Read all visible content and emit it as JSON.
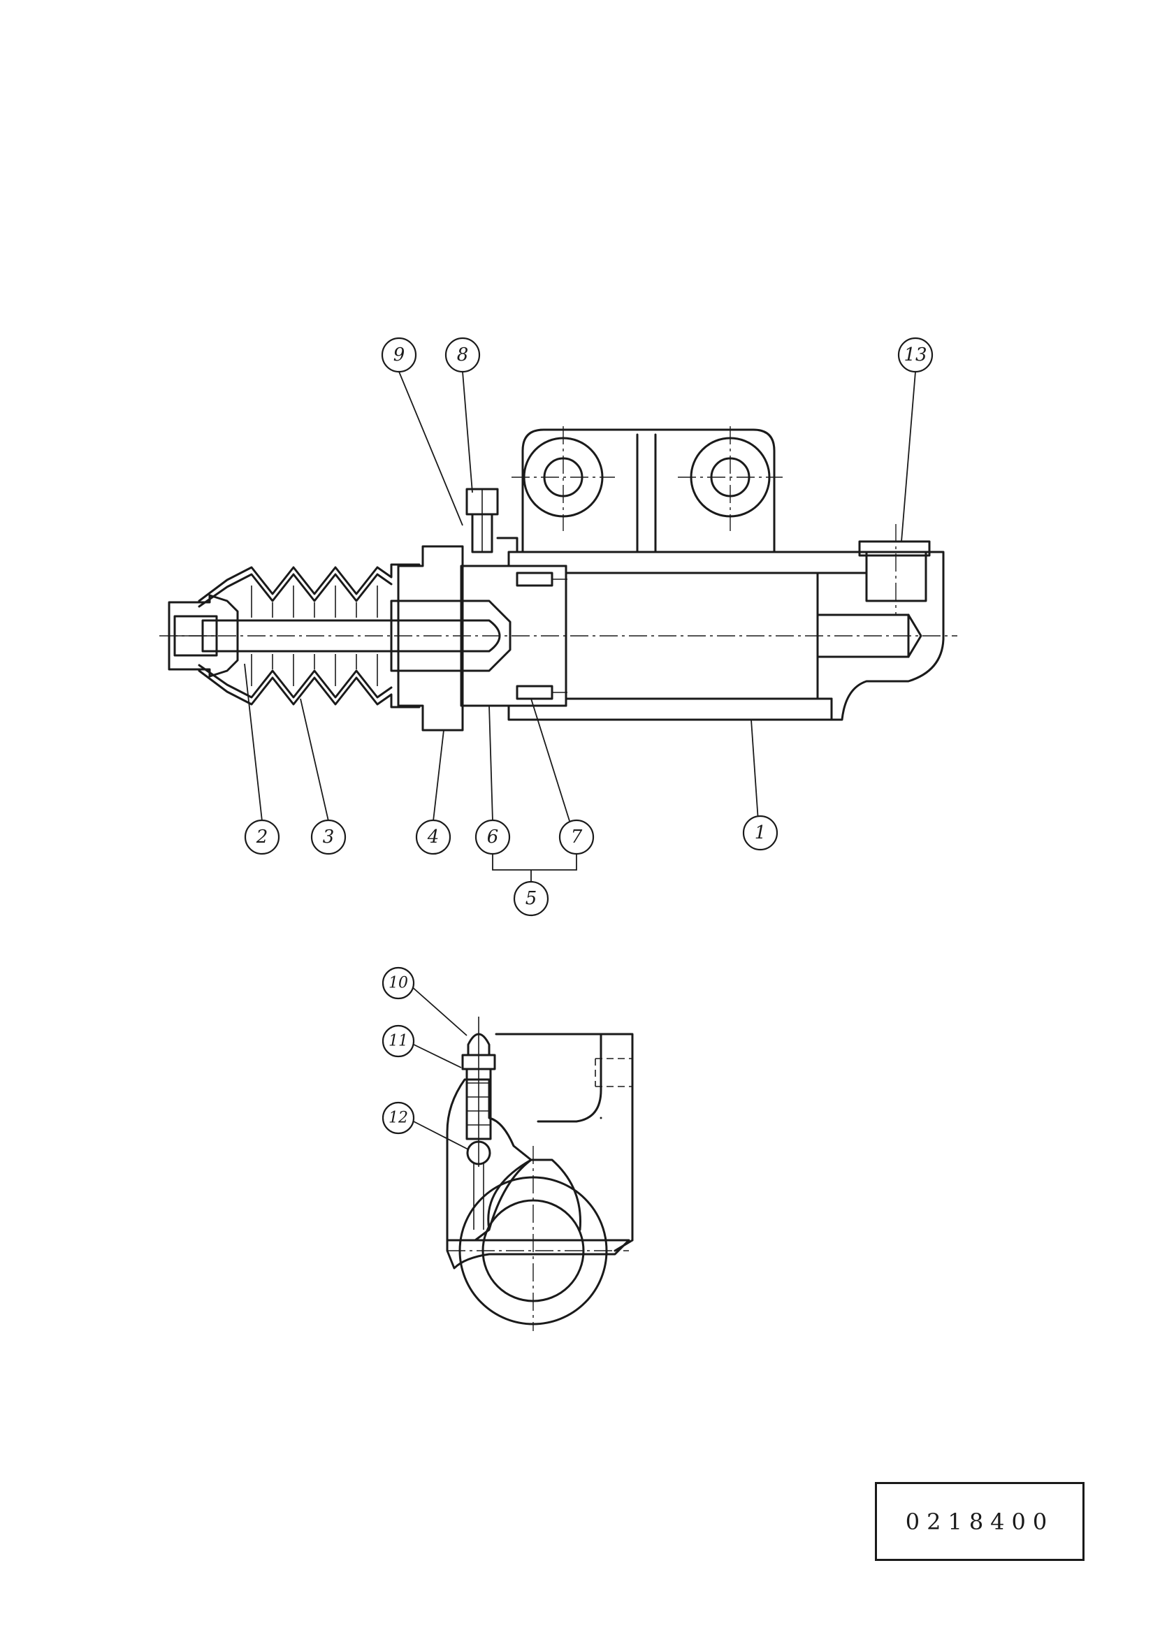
{
  "balloons": {
    "b1": "1",
    "b2": "2",
    "b3": "3",
    "b4": "4",
    "b5": "5",
    "b6": "6",
    "b7": "7",
    "b8": "8",
    "b9": "9",
    "b10": "10",
    "b11": "11",
    "b12": "12",
    "b13": "13"
  },
  "part_number": "0218400"
}
